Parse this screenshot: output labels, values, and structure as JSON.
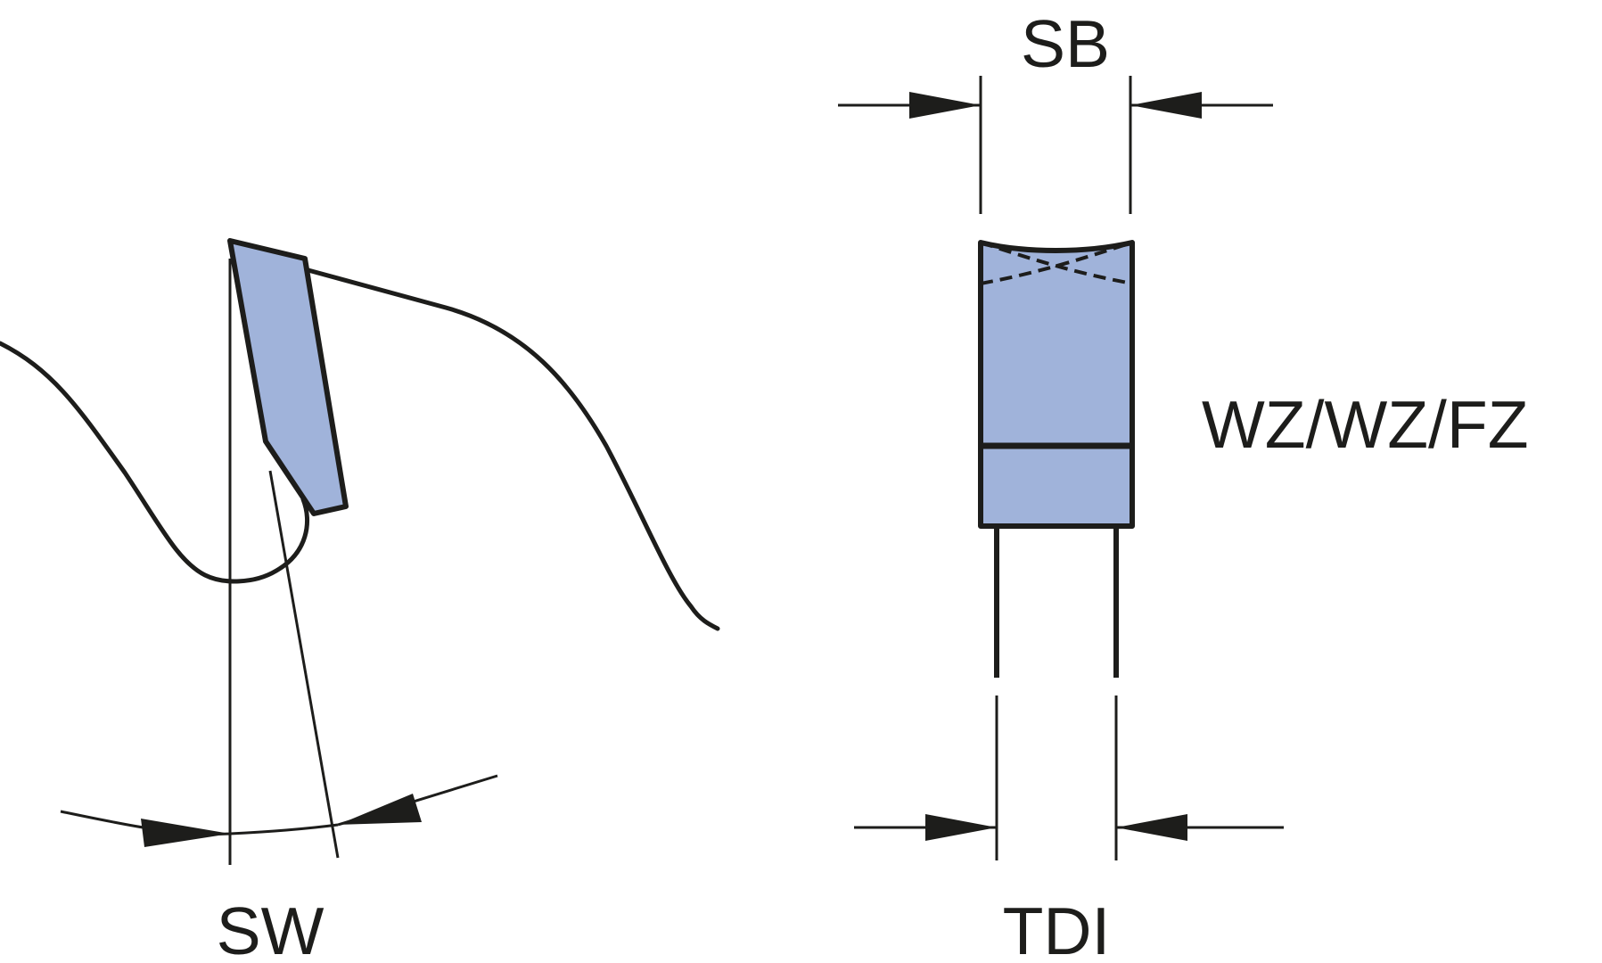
{
  "colors": {
    "ink": "#1d1d1b",
    "tooth_fill": "#a0b3da",
    "background": "#ffffff"
  },
  "labels": {
    "sb": "SB",
    "sw": "SW",
    "tdi": "TDI",
    "profile": "WZ/WZ/FZ"
  }
}
